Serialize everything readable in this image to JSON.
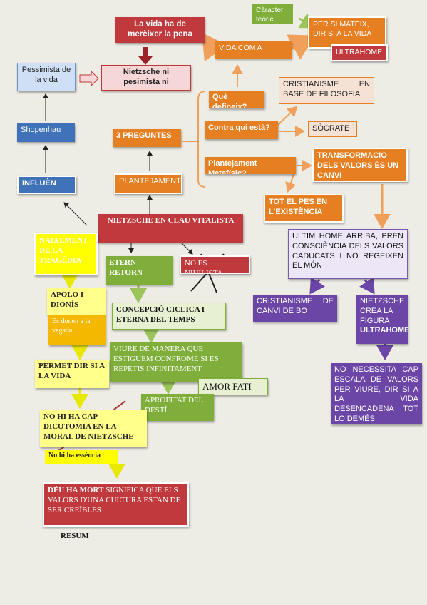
{
  "nodes": {
    "vida_merexer": "La vida ha de merèixer la pena",
    "caracter_teoric": "Càracter teòric",
    "per_si_mateix": "PER SI MATEIX, DIR SI A LA VIDA",
    "vida_com_a": "VIDA COM A",
    "ultrahome": "ULTRAHOME",
    "pessimista": "Pessimista de la vida",
    "nietzsche_ni": "Nietzsche ni pesimista ni",
    "que_defineix": "Què defineix?",
    "cristianisme_base": "CRISTIANISME EN BASE DE FILOSOFIA",
    "shopenhau": "Shopenhau",
    "tres_preguntes": "3 PREGUNTES",
    "contra_qui": "Contra qui està?",
    "socrate": "SÒCRATE",
    "plantejament_metafisic": "Plantejament Metafísic?",
    "transformacio": "TRANSFORMACIÓ DELS VALORS ÉS UN CANVI",
    "influen": "INFLUÈN",
    "plantejament": "PLANTEJAMENT",
    "tot_el_pes": "TOT EL PES EN L'EXISTÈNCIA",
    "nietzsche_clau": "NIETZSCHE EN CLAU VITALISTA",
    "naixement": "NAIXEMENT DE LA TRAGÈDIA",
    "ultim_home": "ULTIM HOME ARRIBA, PREN CONSCIÈNCIA DELS VALORS CADUCATS I NO REGEIXEN EL MÓN",
    "etern_retorn": "ETERN RETORN",
    "no_es_nihilista": "NO ES NIHILISTA",
    "apolo_dionis": "APOLO I DIONÍS",
    "concepcio_ciclica": "CONCEPCIÓ CICLICA I ETERNA DEL TEMPS",
    "cristianisme_canvi": "CRISTIANISME DE CANVI DE BO",
    "nietzsche_crea": "NIETZSCHE CREA LA FIGURA",
    "nietzsche_crea_bold": "ULTRAHOME",
    "donen_vegada": "Es donen a la vegada",
    "viure_manera": "VIURE DE MANERA QUE ESTIGUEM CONFROME SI ES REPETIS INFINITAMENT",
    "permet_dir": "PERMET DIR SI A LA VIDA",
    "amor_fati": "AMOR FATI",
    "no_necessita": "NO NECESSITA CAP ESCALA DE VALORS PER VIURE, DIR SI A LA VIDA DESENCADENA TOT LO DEMÉS",
    "aprofitat_desti": "APROFITAT DEL DESTÍ",
    "no_dicotomia": "NO HI HA CAP DICOTOMIA EN LA MORAL DE NIETZSCHE",
    "no_essencia": "No hi ha essència",
    "deu_mort_bold": "DÉU HA MORT",
    "deu_mort_rest": " SIGNIFICA QUE ELS VALORS D'UNA CULTURA ESTAN DE SER CREÏBLES",
    "resum": "RESUM"
  },
  "colors": {
    "red": "#c0393c",
    "orange": "#e67e22",
    "blue": "#3f72b9",
    "green": "#7fae3a",
    "purple": "#6b46a6",
    "yellow": "#ffff00",
    "background": "#eeede5"
  }
}
